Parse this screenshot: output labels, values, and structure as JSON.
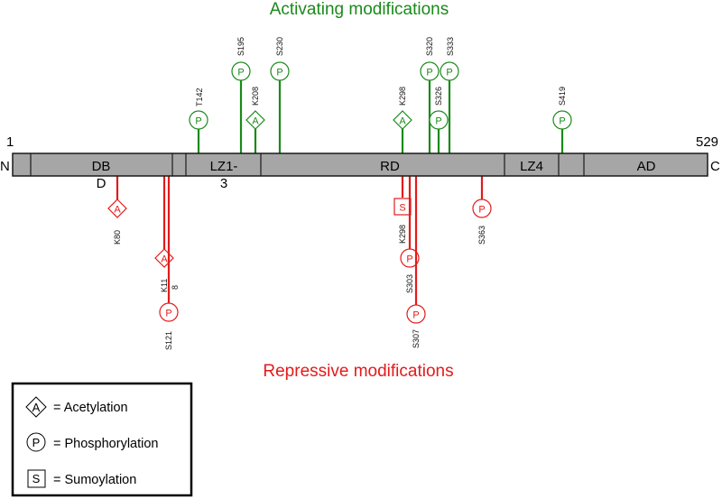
{
  "title_top": "Activating modifications",
  "title_bottom": "Repressive modifications",
  "colors": {
    "activating": "#1a8a1a",
    "repressive": "#e41a1a",
    "domain_fill": "#a6a6a6",
    "outline": "#1a1a1a"
  },
  "protein": {
    "n_label": "N",
    "c_label": "C",
    "start": "1",
    "end": "529",
    "domains": [
      {
        "name": "db",
        "label": "DB",
        "label2": "D"
      },
      {
        "name": "lz13",
        "label": "LZ1-",
        "label2": "3"
      },
      {
        "name": "rd",
        "label": "RD"
      },
      {
        "name": "lz4",
        "label": "LZ4"
      },
      {
        "name": "ad",
        "label": "AD"
      }
    ]
  },
  "activating_sites": [
    {
      "site": "T142",
      "symbol": "P",
      "type": "phosphorylation"
    },
    {
      "site": "S195",
      "symbol": "P",
      "type": "phosphorylation"
    },
    {
      "site": "K208",
      "symbol": "A",
      "type": "acetylation"
    },
    {
      "site": "S230",
      "symbol": "P",
      "type": "phosphorylation"
    },
    {
      "site": "K298",
      "symbol": "A",
      "type": "acetylation"
    },
    {
      "site": "S320",
      "symbol": "P",
      "type": "phosphorylation"
    },
    {
      "site": "S326",
      "symbol": "P",
      "type": "phosphorylation"
    },
    {
      "site": "S333",
      "symbol": "P",
      "type": "phosphorylation"
    },
    {
      "site": "S419",
      "symbol": "P",
      "type": "phosphorylation"
    }
  ],
  "repressive_sites": [
    {
      "site": "K80",
      "symbol": "A",
      "type": "acetylation"
    },
    {
      "site": "K11",
      "site2": "8",
      "symbol": "A",
      "type": "acetylation"
    },
    {
      "site": "S121",
      "symbol": "P",
      "type": "phosphorylation"
    },
    {
      "site": "K298",
      "symbol": "S",
      "type": "sumoylation"
    },
    {
      "site": "S303",
      "symbol": "P",
      "type": "phosphorylation"
    },
    {
      "site": "S307",
      "symbol": "P",
      "type": "phosphorylation"
    },
    {
      "site": "S363",
      "symbol": "P",
      "type": "phosphorylation"
    }
  ],
  "legend": [
    {
      "symbol": "A",
      "label": "= Acetylation",
      "shape": "diamond"
    },
    {
      "symbol": "P",
      "label": "= Phosphorylation",
      "shape": "circle"
    },
    {
      "symbol": "S",
      "label": "= Sumoylation",
      "shape": "square"
    }
  ]
}
